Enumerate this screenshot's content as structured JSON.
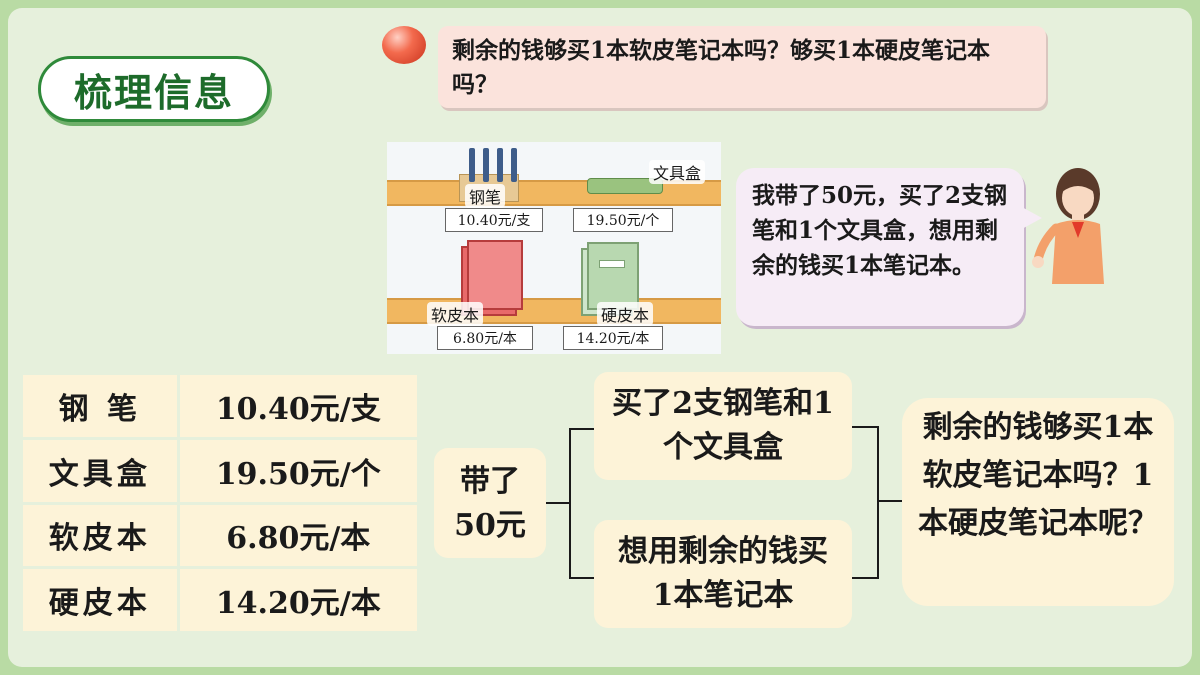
{
  "header": {
    "title": "梳理信息",
    "question": "剩余的钱够买1本软皮笔记本吗？够买1本硬皮笔记本吗？"
  },
  "illustration": {
    "pen_label": "钢笔",
    "pen_price": "10.40元/支",
    "case_label": "文具盒",
    "case_price": "19.50元/个",
    "soft_label": "软皮本",
    "soft_price": "6.80元/本",
    "hard_label": "硬皮本",
    "hard_price": "14.20元/本"
  },
  "speech": {
    "text": "我带了50元，买了2支钢笔和1个文具盒，想用剩余的钱买1本笔记本。"
  },
  "table": {
    "rows": [
      {
        "item": "钢 笔",
        "price": "10.40元/支"
      },
      {
        "item": "文具盒",
        "price": "19.50元/个"
      },
      {
        "item": "软皮本",
        "price": "6.80元/本"
      },
      {
        "item": "硬皮本",
        "price": "14.20元/本"
      }
    ]
  },
  "flow": {
    "start": "带了50元",
    "upper": "买了2支钢笔和1个文具盒",
    "lower": "想用剩余的钱买1本笔记本",
    "result": "剩余的钱够买1本软皮笔记本吗？1本硬皮笔记本呢？"
  },
  "colors": {
    "background": "#b9dba4",
    "panel": "#e6f0dc",
    "title_green": "#1d6b2a",
    "question_bg": "#fbe3dc",
    "speech_bg": "#f6ecf6",
    "cell_bg": "#fdf3d8"
  }
}
